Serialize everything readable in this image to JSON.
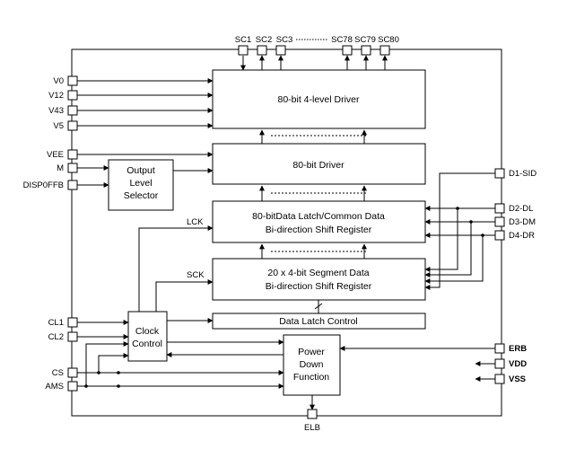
{
  "top_pins": [
    "SC1",
    "SC2",
    "SC3",
    "SC78",
    "SC79",
    "SC80"
  ],
  "left_pins": [
    "V0",
    "V12",
    "V43",
    "V5",
    "VEE",
    "M",
    "DISP0FFB",
    "CL1",
    "CL2",
    "CS",
    "AMS"
  ],
  "right_pins": [
    "D1-SID",
    "D2-DL",
    "D3-DM",
    "D4-DR",
    "ERB",
    "VDD",
    "VSS"
  ],
  "bottom_pin": "ELB",
  "signal_labels": {
    "lck": "LCK",
    "sck": "SCK"
  },
  "blocks": {
    "driver4": [
      "80-bit 4-level Driver"
    ],
    "driver": [
      "80-bit Driver"
    ],
    "latch": [
      "80-bitData Latch/Common Data",
      "Bi-direction Shift Register"
    ],
    "shift": [
      "20 x 4-bit Segment Data",
      "Bi-direction Shift Register"
    ],
    "dlc": [
      "Data Latch Control"
    ],
    "ols": [
      "Output",
      "Level",
      "Selector"
    ],
    "clock": [
      "Clock",
      "Control"
    ],
    "power": [
      "Power",
      "Down",
      "Function"
    ]
  }
}
